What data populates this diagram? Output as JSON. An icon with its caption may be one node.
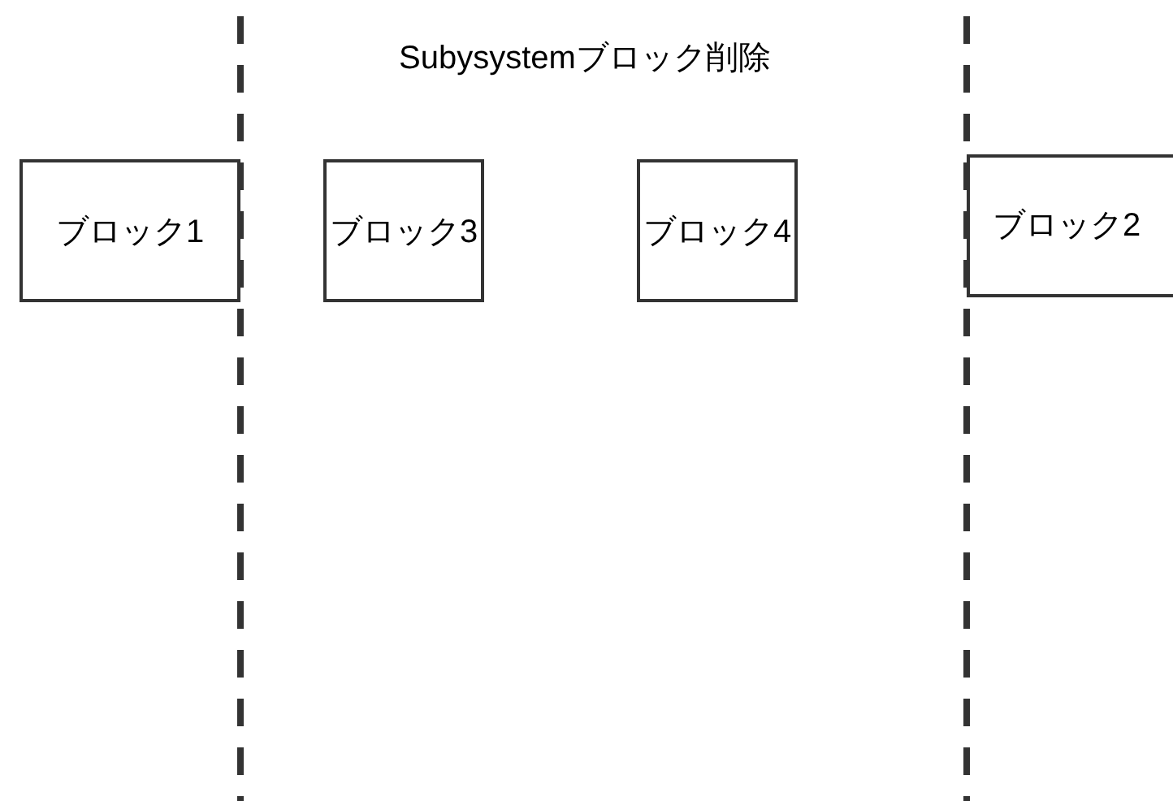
{
  "diagram": {
    "title": "Subysystemブロック削除",
    "nodes": [
      {
        "text": [
          "ブロック1"
        ]
      },
      {
        "text": [
          "ブロック3"
        ]
      },
      {
        "text": [
          "ブロック4"
        ]
      },
      {
        "text": [
          "ブロック2"
        ]
      }
    ],
    "edges": []
  }
}
